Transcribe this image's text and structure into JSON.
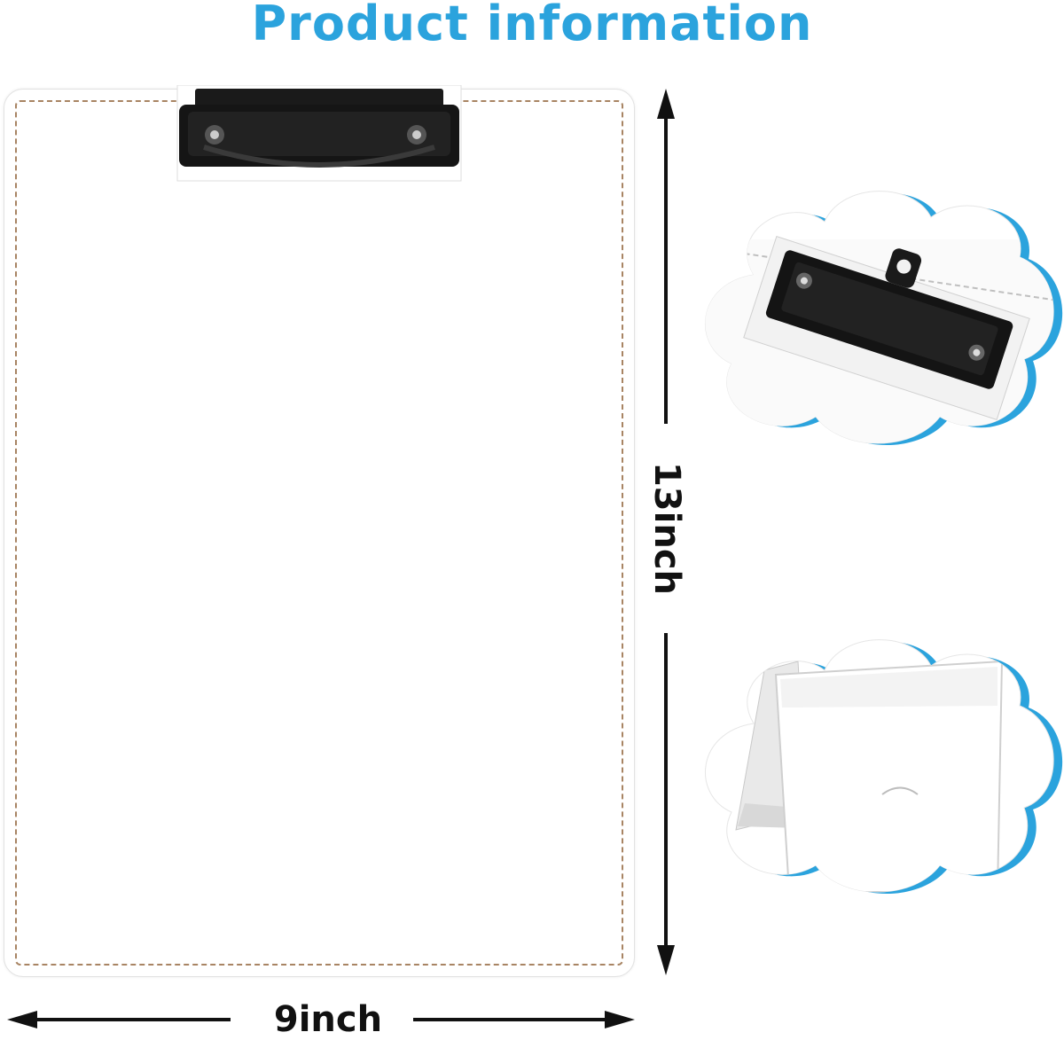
{
  "header": {
    "title": "Product information"
  },
  "dimensions": {
    "height_label": "13inch",
    "width_label": "9inch"
  },
  "colors": {
    "title": "#2ba3dd",
    "cloud_outline": "#2ba3dd",
    "clip": "#151515",
    "stitching": "#a88463"
  },
  "icons": {
    "height_arrow": "double-arrow-vertical",
    "width_arrow": "double-arrow-horizontal"
  }
}
